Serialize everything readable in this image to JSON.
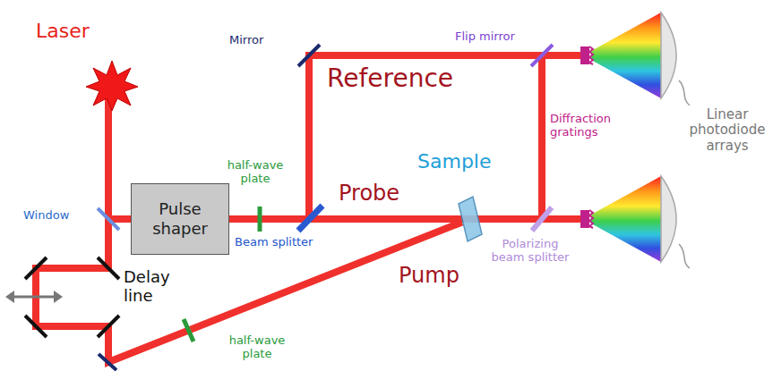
{
  "diagram": {
    "nodes": [
      {
        "text": [
          "Pulse shaper"
        ]
      }
    ],
    "labels": [
      "Laser",
      "Mirror",
      "Reference",
      "Flip mirror",
      "Linear photodiode arrays",
      "Diffraction gratings",
      "Sample",
      "half-wave plate",
      "Window",
      "Probe",
      "Beam splitter",
      "Pump",
      "Polarizing beam splitter",
      "Delay line",
      "half-wave plate"
    ]
  }
}
